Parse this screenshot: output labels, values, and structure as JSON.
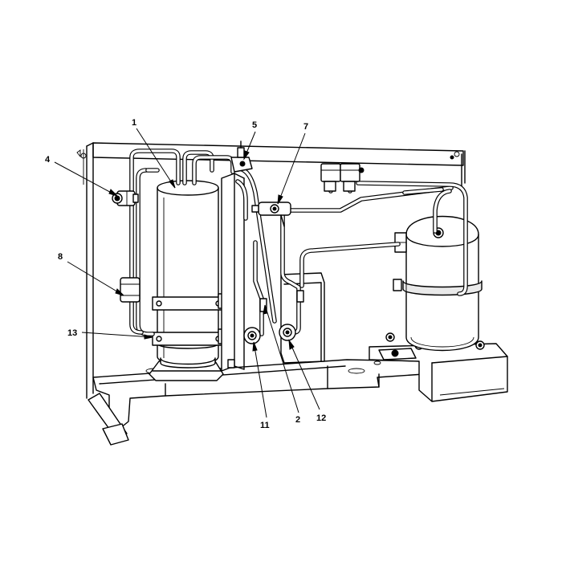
{
  "callouts": [
    {
      "id": "1",
      "label": "1"
    },
    {
      "id": "2",
      "label": "2"
    },
    {
      "id": "4",
      "label": "4"
    },
    {
      "id": "5",
      "label": "5"
    },
    {
      "id": "7",
      "label": "7"
    },
    {
      "id": "8",
      "label": "8"
    },
    {
      "id": "11",
      "label": "11"
    },
    {
      "id": "12",
      "label": "12"
    },
    {
      "id": "13",
      "label": "13"
    }
  ]
}
